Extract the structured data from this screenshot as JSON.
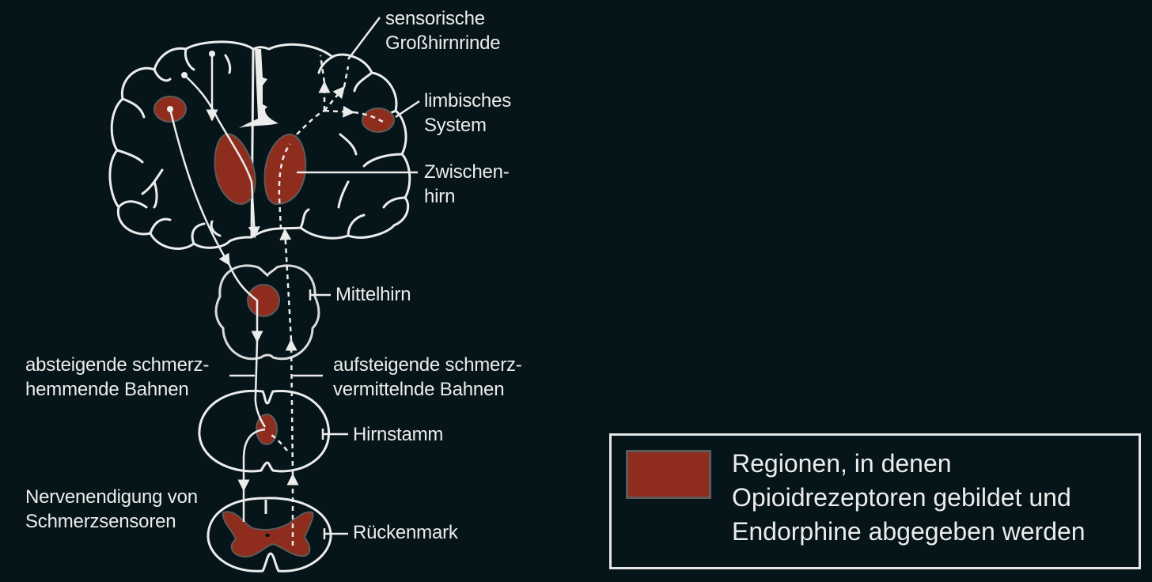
{
  "colors": {
    "background": "#061519",
    "outline": "#ececec",
    "opioid_region_fill": "#8e2d1e",
    "opioid_region_border": "#5e5a58",
    "text": "#ececec"
  },
  "labels": {
    "sensory_cortex": "sensorische\nGroßhirnrinde",
    "limbic_system": "limbisches\nSystem",
    "diencephalon": "Zwischen-\nhirn",
    "midbrain": "Mittelhirn",
    "descending_pathways": "absteigende schmerz-\nhemmende Bahnen",
    "ascending_pathways": "aufsteigende schmerz-\nvermittelnde Bahnen",
    "brainstem": "Hirnstamm",
    "nerve_endings": "Nervenendigung von\nSchmerzsensoren",
    "spinal_cord": "Rückenmark"
  },
  "legend": {
    "swatch_color": "#8e2d1e",
    "text": "Regionen, in denen\nOpioidrezeptoren gebildet und\nEndorphine abgegeben werden"
  },
  "icons": {
    "arrow_solid": "descending-inhibitory-arrow",
    "arrow_dashed": "ascending-pain-arrow"
  }
}
